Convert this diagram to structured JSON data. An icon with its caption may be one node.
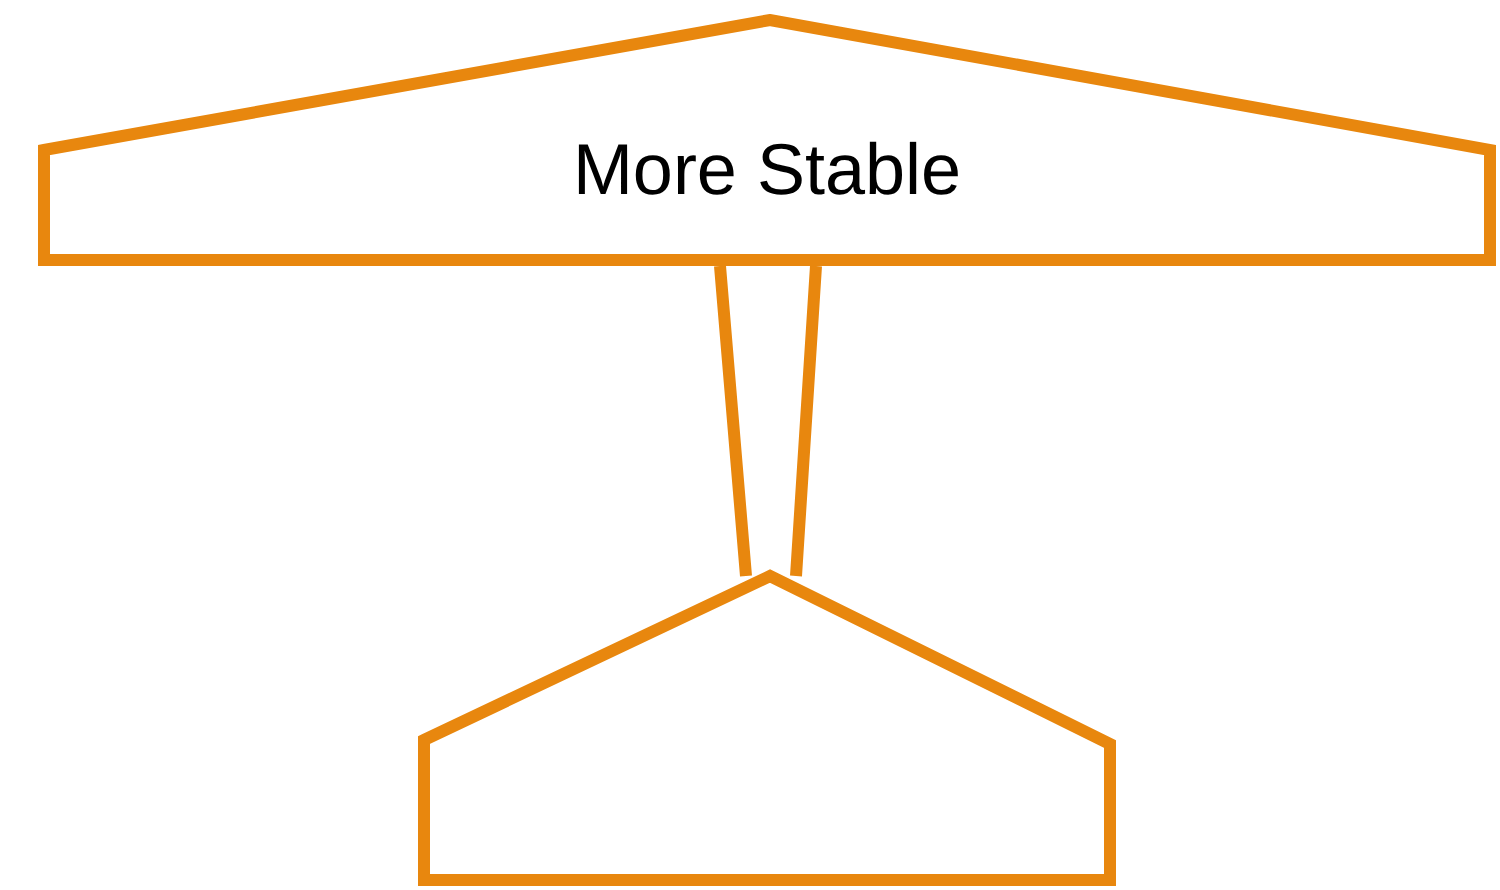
{
  "diagram": {
    "nodes": [
      {
        "text": [
          "More Stable"
        ]
      },
      {
        "text": [],
        "shape": "pentagon"
      }
    ],
    "edges": [
      {
        "from": 0,
        "to": 1,
        "arrow": "none"
      }
    ]
  }
}
